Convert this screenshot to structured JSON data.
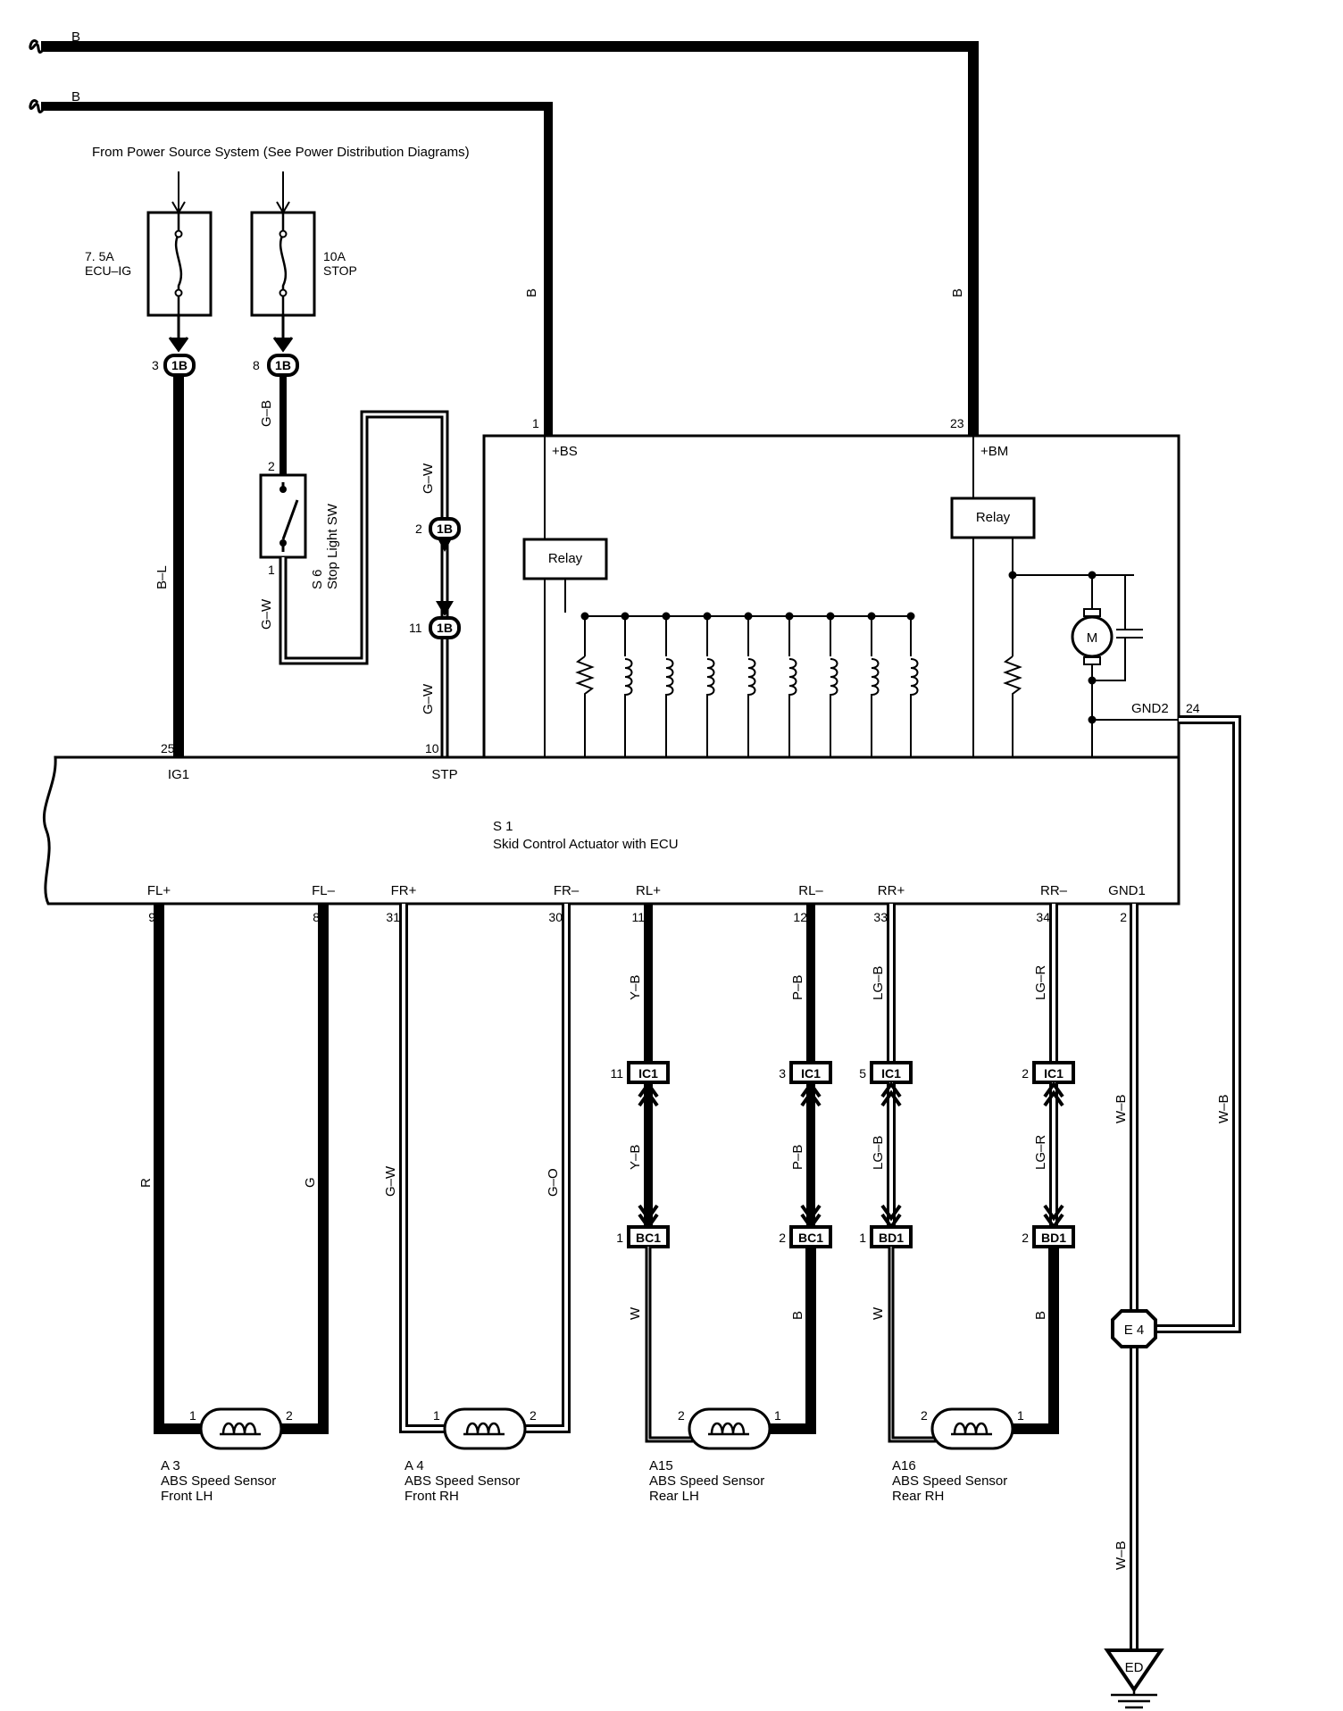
{
  "header": {
    "power_source": "From Power Source System (See Power Distribution Diagrams)"
  },
  "battery_wires": {
    "top": "B",
    "second": "B",
    "vertical_left": "B",
    "vertical_right": "B"
  },
  "fuses": [
    {
      "rating": "7. 5A",
      "name": "ECU–IG",
      "pin": "3",
      "connector": "1B"
    },
    {
      "rating": "10A",
      "name": "STOP",
      "pin": "8",
      "connector": "1B"
    }
  ],
  "stop_switch": {
    "id": "S 6",
    "name": "Stop Light SW",
    "pin_top": "2",
    "pin_bottom": "1",
    "wire_top": "G–B",
    "wire_bottom": "G–W"
  },
  "stp_line": {
    "wire_upper": "G–W",
    "wire_lower": "G–W",
    "conn_upper": {
      "pin": "2",
      "name": "1B"
    },
    "conn_lower": {
      "pin": "11",
      "name": "1B"
    }
  },
  "ig_line": {
    "wire": "B–L"
  },
  "actuator": {
    "id": "S 1",
    "name": "Skid Control Actuator with ECU",
    "top_pins": [
      {
        "num": "25",
        "name": "IG1"
      },
      {
        "num": "10",
        "name": "STP"
      },
      {
        "num": "1",
        "name": "+BS"
      },
      {
        "num": "23",
        "name": "+BM"
      },
      {
        "num": "24",
        "name": "GND2"
      }
    ],
    "relay1": "Relay",
    "relay2": "Relay",
    "motor": "M",
    "bottom_pins": [
      {
        "num": "9",
        "name": "FL+",
        "wire": "R"
      },
      {
        "num": "8",
        "name": "FL–",
        "wire": "G"
      },
      {
        "num": "31",
        "name": "FR+",
        "wire": "G–W"
      },
      {
        "num": "30",
        "name": "FR–",
        "wire": "G–O"
      },
      {
        "num": "11",
        "name": "RL+",
        "wire": "Y–B"
      },
      {
        "num": "12",
        "name": "RL–",
        "wire": "P–B"
      },
      {
        "num": "33",
        "name": "RR+",
        "wire": "LG–B"
      },
      {
        "num": "34",
        "name": "RR–",
        "wire": "LG–R"
      },
      {
        "num": "2",
        "name": "GND1",
        "wire": "W–B"
      }
    ]
  },
  "rear_connectors": [
    {
      "ic_pin": "11",
      "ic": "IC1",
      "lower_wire": "Y–B",
      "bc_pin": "1",
      "bc": "BC1",
      "sensor_wire": "W"
    },
    {
      "ic_pin": "3",
      "ic": "IC1",
      "lower_wire": "P–B",
      "bc_pin": "2",
      "bc": "BC1",
      "sensor_wire": "B"
    },
    {
      "ic_pin": "5",
      "ic": "IC1",
      "lower_wire": "LG–B",
      "bc_pin": "1",
      "bc": "BD1",
      "sensor_wire": "W"
    },
    {
      "ic_pin": "2",
      "ic": "IC1",
      "lower_wire": "LG–R",
      "bc_pin": "2",
      "bc": "BD1",
      "sensor_wire": "B"
    }
  ],
  "sensors": [
    {
      "id": "A 3",
      "name": "ABS Speed Sensor",
      "pos": "Front LH",
      "pin_left": "1",
      "pin_right": "2"
    },
    {
      "id": "A 4",
      "name": "ABS Speed Sensor",
      "pos": "Front RH",
      "pin_left": "1",
      "pin_right": "2"
    },
    {
      "id": "A15",
      "name": "ABS Speed Sensor",
      "pos": "Rear LH",
      "pin_left": "2",
      "pin_right": "1"
    },
    {
      "id": "A16",
      "name": "ABS Speed Sensor",
      "pos": "Rear RH",
      "pin_left": "2",
      "pin_right": "1"
    }
  ],
  "ground": {
    "splice": "E 4",
    "ground_point": "ED",
    "wire_gnd2": "W–B",
    "wire_gnd1": "W–B",
    "wire_ground": "W–B"
  },
  "colors": {
    "line": "#000000",
    "background": "#ffffff"
  }
}
